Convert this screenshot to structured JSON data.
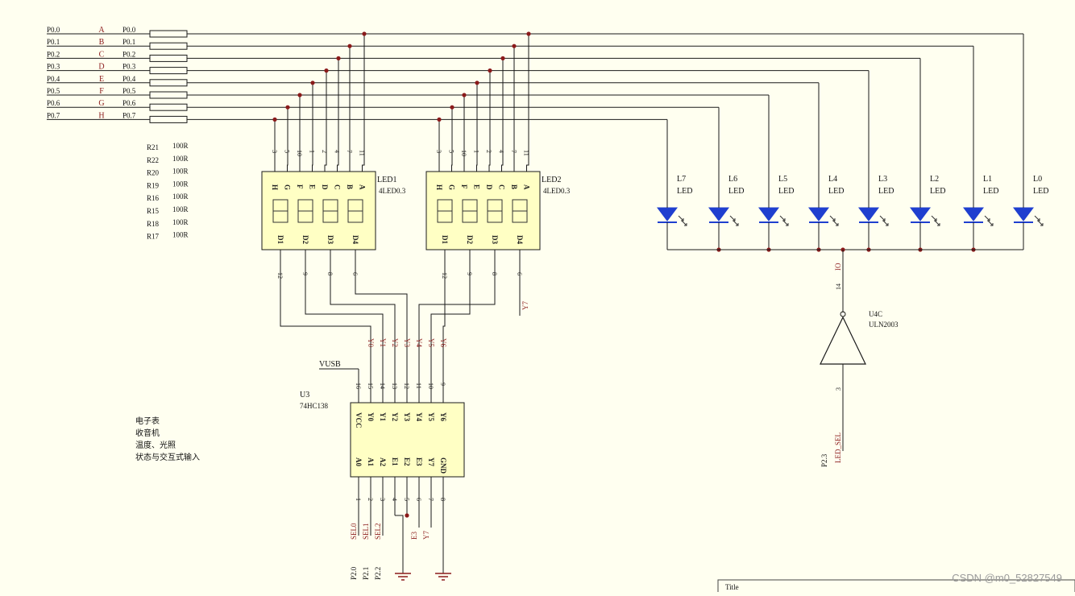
{
  "colors": {
    "paper": "#fffff0",
    "wire": "#1a1a1a",
    "junction": "#8b1a1a",
    "port": "#8b1a1a",
    "chip": "#ffffc4",
    "led": "#1f3fcf"
  },
  "bus": {
    "ports": [
      "P0.0",
      "P0.1",
      "P0.2",
      "P0.3",
      "P0.4",
      "P0.5",
      "P0.6",
      "P0.7"
    ],
    "segments": [
      "A",
      "B",
      "C",
      "D",
      "E",
      "F",
      "G",
      "H"
    ],
    "nets": [
      "P0.0",
      "P0.1",
      "P0.2",
      "P0.3",
      "P0.4",
      "P0.5",
      "P0.6",
      "P0.7"
    ]
  },
  "resistors": [
    {
      "ref": "R21",
      "value": "100R"
    },
    {
      "ref": "R22",
      "value": "100R"
    },
    {
      "ref": "R20",
      "value": "100R"
    },
    {
      "ref": "R19",
      "value": "100R"
    },
    {
      "ref": "R16",
      "value": "100R"
    },
    {
      "ref": "R15",
      "value": "100R"
    },
    {
      "ref": "R18",
      "value": "100R"
    },
    {
      "ref": "R17",
      "value": "100R"
    }
  ],
  "displays": [
    {
      "ref": "LED1",
      "part": "4LED0.3",
      "seg_pins": [
        "3",
        "5",
        "10",
        "1",
        "2",
        "4",
        "7",
        "11"
      ],
      "seg_labels": [
        "H",
        "G",
        "F",
        "E",
        "D",
        "C",
        "B",
        "A"
      ],
      "digits": [
        "D1",
        "D2",
        "D3",
        "D4"
      ],
      "digit_pins": [
        "12",
        "9",
        "8",
        "6"
      ]
    },
    {
      "ref": "LED2",
      "part": "4LED0.3",
      "seg_pins": [
        "3",
        "5",
        "10",
        "1",
        "2",
        "4",
        "7",
        "11"
      ],
      "seg_labels": [
        "H",
        "G",
        "F",
        "E",
        "D",
        "C",
        "B",
        "A"
      ],
      "digits": [
        "D1",
        "D2",
        "D3",
        "D4"
      ],
      "digit_pins": [
        "12",
        "9",
        "8",
        "6"
      ],
      "extra_net": "Y7"
    }
  ],
  "decoder": {
    "ref": "U3",
    "part": "74HC138",
    "vcc_net": "VUSB",
    "top_nets": [
      "Y0",
      "Y1",
      "Y2",
      "Y3",
      "Y4",
      "Y5",
      "Y6"
    ],
    "top_pins": [
      "16",
      "15",
      "14",
      "13",
      "12",
      "11",
      "10",
      "9"
    ],
    "top_labels": [
      "VCC",
      "Y0",
      "Y1",
      "Y2",
      "Y3",
      "Y4",
      "Y5",
      "Y6"
    ],
    "bottom_labels": [
      "A0",
      "A1",
      "A2",
      "E1",
      "E2",
      "E3",
      "Y7",
      "GND"
    ],
    "bottom_pins": [
      "1",
      "2",
      "3",
      "4",
      "5",
      "6",
      "7",
      "8"
    ],
    "sel_nets": [
      "SEL0",
      "SEL1",
      "SEL2"
    ],
    "ports": [
      "P2.0",
      "P2.1",
      "P2.2"
    ],
    "extra_nets": [
      "E3",
      "Y7"
    ]
  },
  "leds": [
    {
      "ref": "L7",
      "type": "LED"
    },
    {
      "ref": "L6",
      "type": "LED"
    },
    {
      "ref": "L5",
      "type": "LED"
    },
    {
      "ref": "L4",
      "type": "LED"
    },
    {
      "ref": "L3",
      "type": "LED"
    },
    {
      "ref": "L2",
      "type": "LED"
    },
    {
      "ref": "L1",
      "type": "LED"
    },
    {
      "ref": "L0",
      "type": "LED"
    }
  ],
  "driver": {
    "ref": "U4C",
    "part": "ULN2003",
    "out_pin": "14",
    "out_net": "IO",
    "in_pin": "3",
    "in_net": "LED_SEL",
    "port": "P2.3"
  },
  "notes": [
    "电子表",
    "收音机",
    "温度、光照",
    "状态与交互式输入"
  ],
  "title_block": {
    "label": "Title"
  },
  "watermark": "CSDN @m0_52827549"
}
